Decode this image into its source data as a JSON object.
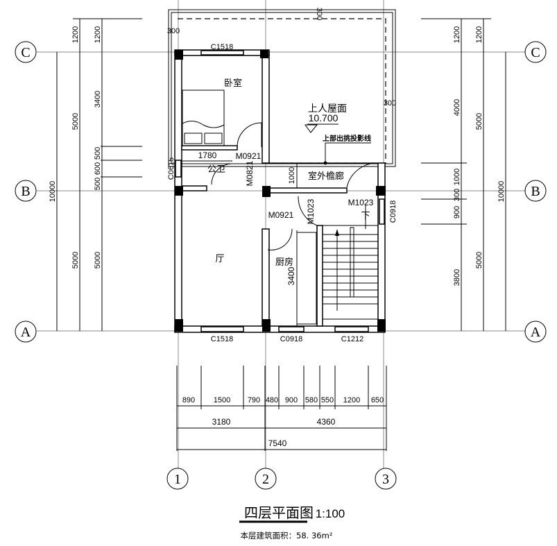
{
  "axes": {
    "rows": [
      "C",
      "B",
      "A"
    ],
    "cols": [
      "1",
      "2",
      "3"
    ]
  },
  "left_dims": {
    "top": [
      "1200",
      "1200"
    ],
    "outer": "10000",
    "mid": [
      "5000",
      "5000"
    ],
    "inner": [
      "3400",
      "500",
      "600",
      "500",
      "5000"
    ]
  },
  "right_dims": {
    "top": [
      "1200",
      "1200"
    ],
    "outer": "10000",
    "mid": [
      "5000",
      "5000"
    ],
    "inner": [
      "4000",
      "1000",
      "300",
      "900",
      "3800"
    ]
  },
  "bottom_dims": {
    "segments": [
      "890",
      "1500",
      "790",
      "480",
      "900",
      "580",
      "550",
      "1200",
      "650"
    ],
    "mid": [
      "3180",
      "4360"
    ],
    "total": "7540"
  },
  "rooms": {
    "bedroom": "卧室",
    "bathroom": "公卫",
    "living": "厅",
    "kitchen": "厨房",
    "terrace": "上人屋面",
    "terrace_level": "10.700",
    "corridor": "室外檐廊",
    "overhang_note": "上部出挑投影线",
    "stair_down": "下"
  },
  "openings": {
    "c1518_top": "C1518",
    "c1518_bottom": "C1518",
    "c0918_bottom": "C0918",
    "c1212": "C1212",
    "c0615": "C0615",
    "c0918_right": "C0918",
    "m0921_bed": "M0921",
    "m0821": "M0821",
    "m0921_kitchen": "M0921",
    "m1023_a": "M1023",
    "m1023_b": "M1023"
  },
  "inner_dims": {
    "d300_left": "300",
    "d300_top": "300",
    "d300_right": "300",
    "d1780": "1780",
    "d1000": "1000",
    "d3400": "3400"
  },
  "title": {
    "name": "四层平面图",
    "scale": "1:100",
    "area": "本层建筑面积：58. 36m²"
  }
}
